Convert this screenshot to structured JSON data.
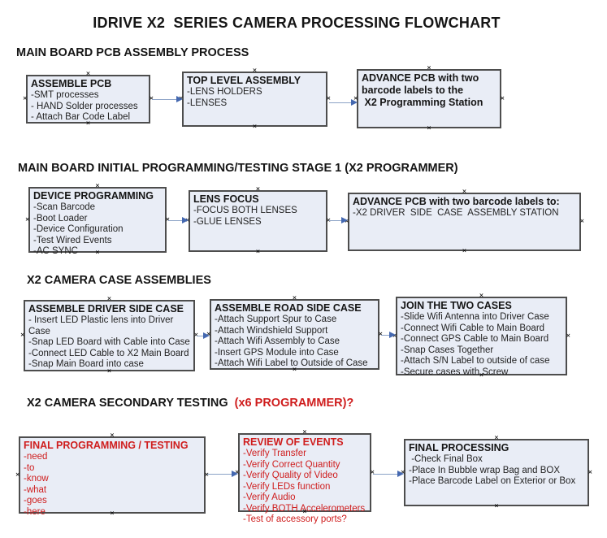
{
  "title": "IDRIVE X2  SERIES CAMERA PROCESSING FLOWCHART",
  "icons": {
    "connection_handle": "×"
  },
  "colors": {
    "box_fill": "#e9edf6",
    "box_border": "#4d4d4d",
    "arrow_line": "#8ba2c6",
    "arrow_head": "#4468b0",
    "alert_red": "#cf1d1d"
  },
  "sections": [
    {
      "heading": "MAIN BOARD PCB ASSEMBLY PROCESS",
      "heading_suffix": "",
      "boxes": [
        {
          "title": "ASSEMBLE PCB",
          "lines": [
            "-SMT processes",
            "- HAND Solder processes",
            "- Attach Bar Code Label"
          ]
        },
        {
          "title": "TOP LEVEL ASSEMBLY",
          "lines": [
            "-LENS HOLDERS",
            "-LENSES"
          ]
        },
        {
          "title": "ADVANCE PCB with two\nbarcode labels to the\n X2 Programming Station",
          "lines": []
        }
      ]
    },
    {
      "heading": "MAIN BOARD INITIAL PROGRAMMING/TESTING STAGE 1 (X2 PROGRAMMER)",
      "heading_suffix": "",
      "boxes": [
        {
          "title": "DEVICE PROGRAMMING",
          "lines": [
            "-Scan Barcode",
            "-Boot Loader",
            "-Device Configuration",
            "-Test Wired Events",
            "-AC SYNC"
          ]
        },
        {
          "title": "LENS FOCUS",
          "lines": [
            "-FOCUS BOTH LENSES",
            "-GLUE LENSES"
          ]
        },
        {
          "title": "ADVANCE PCB with two barcode labels to:",
          "lines": [
            "-X2 DRIVER  SIDE  CASE  ASSEMBLY STATION"
          ]
        }
      ]
    },
    {
      "heading": "X2 CAMERA CASE ASSEMBLIES",
      "heading_suffix": "",
      "boxes": [
        {
          "title": "ASSEMBLE DRIVER SIDE CASE",
          "lines": [
            "- Insert LED Plastic lens into Driver Case",
            "-Snap LED Board with Cable into Case",
            "-Connect LED Cable to X2 Main Board",
            "-Snap Main Board into case"
          ]
        },
        {
          "title": "ASSEMBLE ROAD SIDE CASE",
          "lines": [
            "-Attach Support Spur to Case",
            "-Attach Windshield Support",
            "-Attach Wifi Assembly to Case",
            "-Insert GPS Module into Case",
            "-Attach Wifi Label to Outside of Case"
          ]
        },
        {
          "title": "JOIN THE TWO CASES",
          "lines": [
            "-Slide Wifi Antenna into Driver Case",
            "-Connect Wifi Cable to Main Board",
            "-Connect GPS Cable to Main Board",
            "-Snap Cases Together",
            "-Attach S/N Label to outside of case",
            "-Secure cases with Screw"
          ]
        }
      ]
    },
    {
      "heading": "X2 CAMERA SECONDARY TESTING ",
      "heading_suffix": " (x6 PROGRAMMER)?",
      "boxes": [
        {
          "title": "FINAL PROGRAMMING / TESTING",
          "lines": [
            "-need",
            "-to",
            "-know",
            "-what",
            "-goes",
            "-here"
          ]
        },
        {
          "title": "REVIEW OF EVENTS",
          "lines": [
            "-Verify Transfer",
            "-Verify Correct Quantity",
            "-Verify Quality of Video",
            "-Verify LEDs function",
            "-Verify Audio",
            "-Verify BOTH Accelerometers",
            "-Test of accessory ports?"
          ]
        },
        {
          "title": "FINAL PROCESSING",
          "lines": [
            " -Check Final Box",
            "-Place In Bubble wrap Bag and BOX",
            "-Place Barcode Label on Exterior or Box"
          ]
        }
      ]
    }
  ]
}
